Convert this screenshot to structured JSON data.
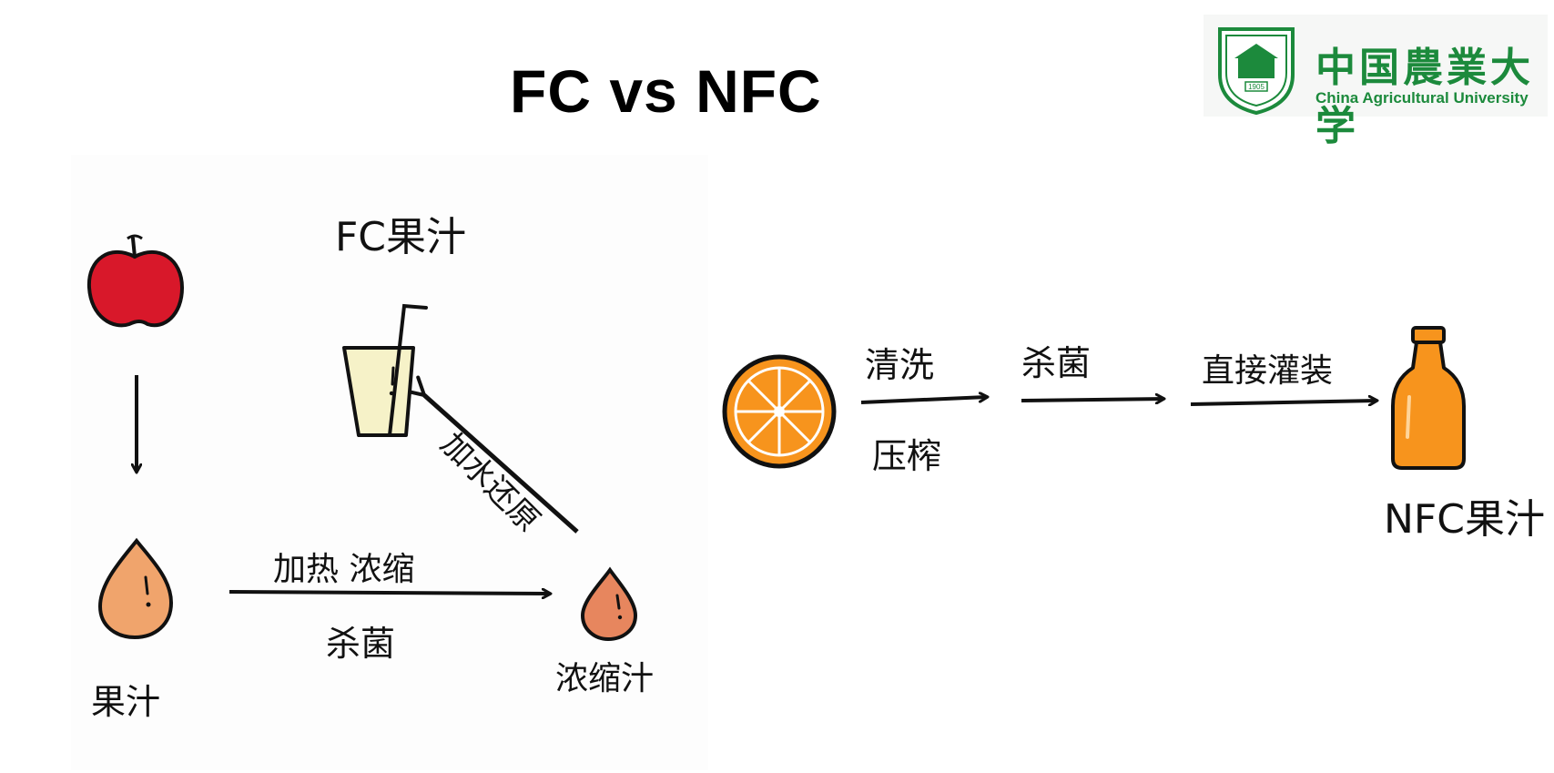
{
  "title": "FC vs NFC",
  "logo": {
    "name_cn": "中国農業大学",
    "name_en": "China Agricultural University",
    "seal_year": "1905"
  },
  "fc_process": {
    "start_label": "果汁",
    "step_heat_concentrate": "加热 浓缩",
    "step_sterilize": "杀菌",
    "concentrate_label": "浓缩汁",
    "step_add_water": "加水还原",
    "end_label": "FC果汁"
  },
  "nfc_process": {
    "step_wash": "清洗",
    "step_press": "压榨",
    "step_sterilize": "杀菌",
    "step_fill": "直接灌装",
    "end_label": "NFC果汁"
  },
  "colors": {
    "apple_red": "#d8182a",
    "juice_drop": "#f0a46c",
    "concentrate_drop": "#e7865e",
    "fc_glass_juice": "#f6f2c8",
    "orange": "#f7941d",
    "nfc_bottle": "#f7941d",
    "logo_green": "#1c8a3c"
  }
}
